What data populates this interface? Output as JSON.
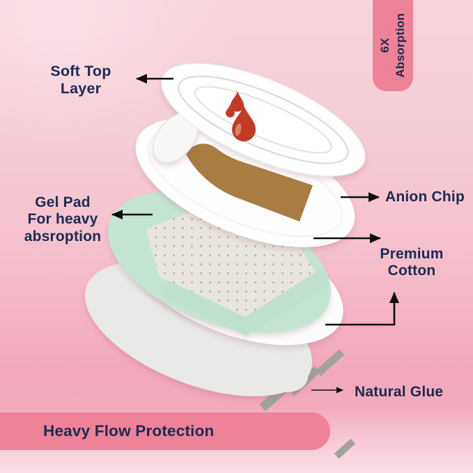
{
  "badge": {
    "label": "6X\nAbsorption",
    "bg_color": "#ee8298"
  },
  "banner": {
    "label": "Heavy Flow Protection",
    "bg_color": "#ee8298"
  },
  "labels": {
    "soft_top": "Soft Top\nLayer",
    "anion_chip": "Anion Chip",
    "gel_pad": "Gel Pad\nFor heavy\nabsroption",
    "premium_cotton": "Premium\nCotton",
    "natural_glue": "Natural Glue"
  },
  "colors": {
    "accent_pink": "#ee8298",
    "label_navy": "#1b2b52",
    "background_light_pink": "#f7d5dd",
    "background_deep_pink": "#f3a8bc",
    "gel_mint": "#c5e5d3",
    "absorbent_sheet_beige": "#e9e5df",
    "anion_chip_brown": "#a87c42",
    "blood_red": "#c23b24",
    "glue_gray": "#a2a29a",
    "base_layer_gray": "#e9e9e7",
    "pad_white": "#ffffff",
    "arrow_black": "#0d0d0d"
  },
  "illustration": {
    "layers": [
      {
        "name": "soft-top-layer"
      },
      {
        "name": "anion-chip"
      },
      {
        "name": "upper-cotton-layer"
      },
      {
        "name": "gel-pad-layer"
      },
      {
        "name": "premium-cotton-layer"
      },
      {
        "name": "base-layer-with-glue"
      }
    ],
    "glue_strip_count": 3,
    "blood_drop_count": 3
  }
}
